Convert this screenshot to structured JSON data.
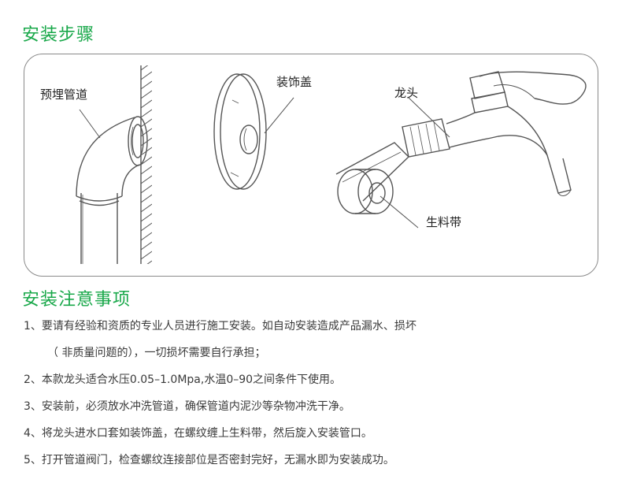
{
  "theme": {
    "accent": "#19a84a",
    "line": "#555555",
    "frame": "#8a8a8a",
    "text": "#333333"
  },
  "steps": {
    "title": "安装步骤",
    "labels": {
      "pipe": "预埋管道",
      "cover": "装饰盖",
      "faucet": "龙头",
      "tape": "生料带"
    }
  },
  "notes": {
    "title": "安装注意事项",
    "lines": [
      "1、要请有经验和资质的专业人员进行施工安装。如自动安装造成产品漏水、损坏",
      "（ 非质量问题的），一切损坏需要自行承担；",
      "2、本款龙头适合水压0.05–1.0Mpa,水温0–90之间条件下使用。",
      "3、安装前，必须放水冲洗管道，确保管道内泥沙等杂物冲洗干净。",
      "4、将龙头进水口套如装饰盖，在螺纹缠上生料带，然后旋入安装管口。",
      "5、打开管道阀门，检查螺纹连接部位是否密封完好，无漏水即为安装成功。"
    ]
  }
}
